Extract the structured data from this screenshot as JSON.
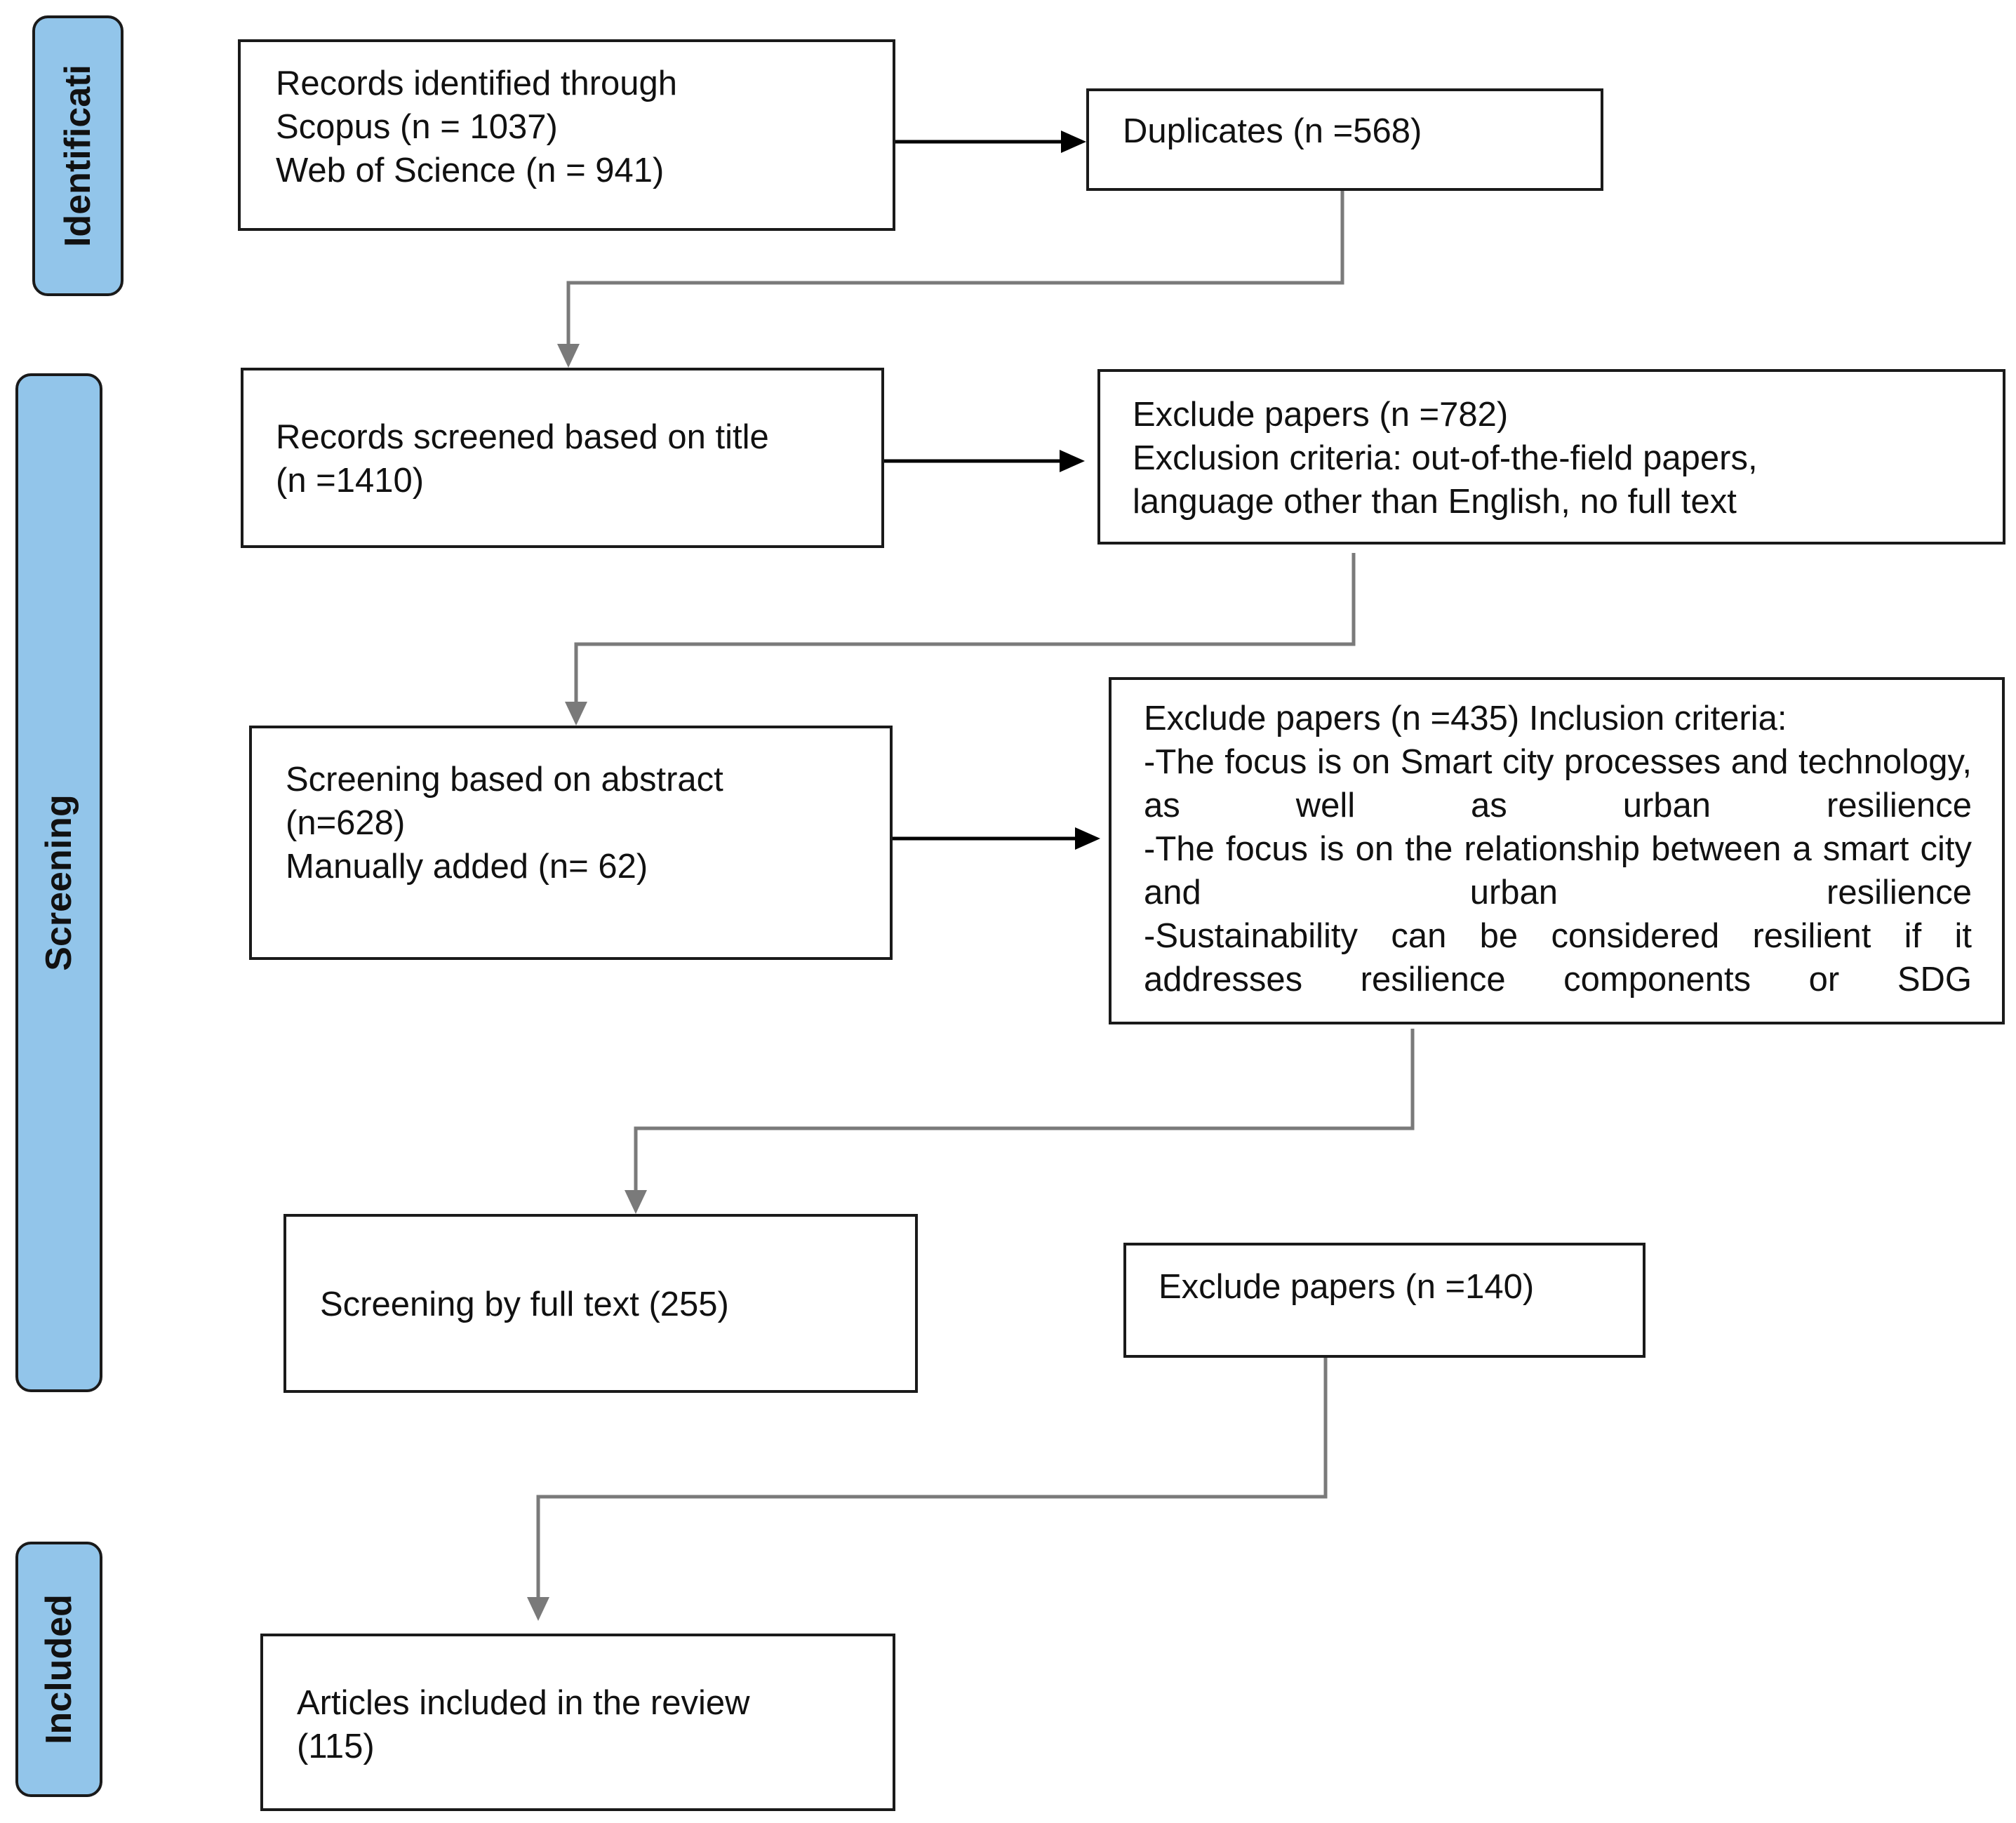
{
  "phases": {
    "identification": "Identificati",
    "screening": "Screening",
    "included": "Included"
  },
  "boxes": {
    "records_identified": [
      "Records identified through",
      "Scopus (n = 1037)",
      "Web of Science (n = 941)"
    ],
    "duplicates": "Duplicates (n =568)",
    "screened_title": [
      "Records screened based on title",
      "(n =1410)"
    ],
    "exclude_782": [
      "Exclude papers (n =782)",
      "Exclusion criteria: out-of-the-field papers,",
      "language other than English, no full text"
    ],
    "screening_abstract": [
      "Screening based on abstract",
      "(n=628)",
      "Manually added (n= 62)"
    ],
    "exclude_435": {
      "line1": "Exclude papers (n =435) Inclusion criteria:",
      "criteria": [
        "-The focus is on Smart city processes and technology, as well as urban resilience",
        "-The focus is on the relationship between a smart city and urban resilience",
        "-Sustainability can be considered resilient if it addresses resilience components or SDG"
      ]
    },
    "full_text": "Screening by full text (255)",
    "exclude_140": "Exclude papers (n =140)",
    "included_articles": [
      "Articles included in the review",
      "(115)"
    ]
  },
  "colors": {
    "phase_fill": "#92c5ea",
    "black_arrow": "#000000",
    "gray_arrow": "#7a7a7a"
  }
}
